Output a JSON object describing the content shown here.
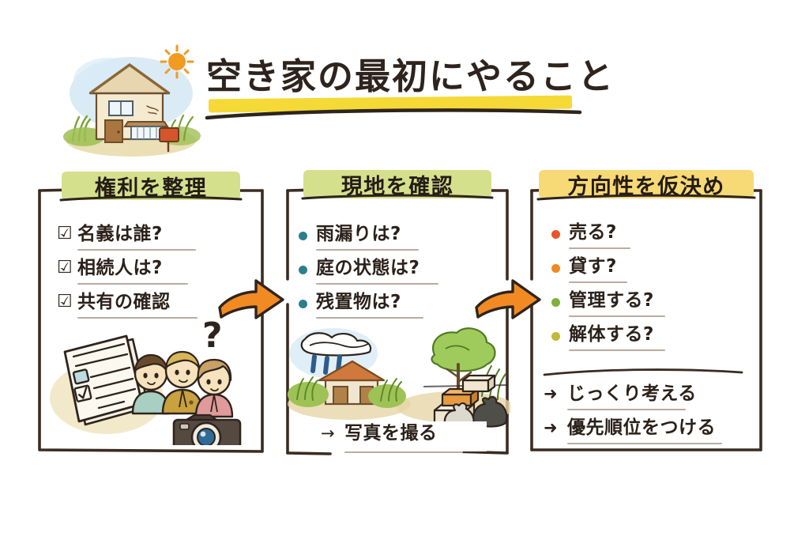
{
  "document": {
    "title": "空き家の最初にやること",
    "type": "hand-drawn-infographic"
  },
  "header": {
    "title": "空き家の最初にやること",
    "highlight_color": "#f5d936",
    "illustration": "house-illustration"
  },
  "colors": {
    "ink": "#2e241d",
    "border": "#3a2c22",
    "highlight_green": "#d4e08b",
    "highlight_yellow": "#f7d976",
    "arrow_orange": "#f28a24",
    "bullet_teal": "#2b7f8c",
    "bullet_red": "#e8552a",
    "bullet_orange": "#f08a1f",
    "bullet_green": "#7fb03a",
    "bullet_olive": "#c2b83a",
    "underline": "#b9ada0"
  },
  "panels": [
    {
      "id": "rights",
      "heading": "権利を整理",
      "heading_style": "green",
      "items": [
        {
          "mark": "☑",
          "text": "名義は誰?"
        },
        {
          "mark": "☑",
          "text": "相続人は?"
        },
        {
          "mark": "☑",
          "text": "共有の確認"
        }
      ],
      "illustration": "document-people-camera",
      "illustration_parts": [
        "checklist-document",
        "three-people",
        "question-mark",
        "camera"
      ]
    },
    {
      "id": "site-check",
      "heading": "現地を確認",
      "heading_style": "green",
      "items": [
        {
          "mark": "•",
          "text": "雨漏りは?",
          "color": "#2b7f8c"
        },
        {
          "mark": "•",
          "text": "庭の状態は?",
          "color": "#2b7f8c"
        },
        {
          "mark": "•",
          "text": "残置物は?",
          "color": "#2b7f8c"
        }
      ],
      "footer_items": [
        {
          "mark": "→",
          "text": "写真を撮る"
        }
      ],
      "illustration": "rain-house-tree-waste",
      "illustration_parts": [
        "rain-cloud",
        "small-house",
        "overgrown-grass",
        "tree",
        "stacked-boxes",
        "garbage-bags"
      ]
    },
    {
      "id": "direction",
      "heading": "方向性を仮決め",
      "heading_style": "yellow",
      "items": [
        {
          "mark": "•",
          "text": "売る?",
          "color": "#e8552a"
        },
        {
          "mark": "•",
          "text": "貸す?",
          "color": "#f08a1f"
        },
        {
          "mark": "•",
          "text": "管理する?",
          "color": "#7fb03a"
        },
        {
          "mark": "•",
          "text": "解体する?",
          "color": "#c2b83a"
        }
      ],
      "footer_items": [
        {
          "mark": "➜",
          "text": "じっくり考える"
        },
        {
          "mark": "➜",
          "text": "優先順位をつける"
        }
      ]
    }
  ],
  "arrows": [
    {
      "id": "arrow-1-2",
      "direction": "right",
      "color": "#f28a24"
    },
    {
      "id": "arrow-2-3",
      "direction": "right",
      "color": "#f28a24"
    }
  ]
}
